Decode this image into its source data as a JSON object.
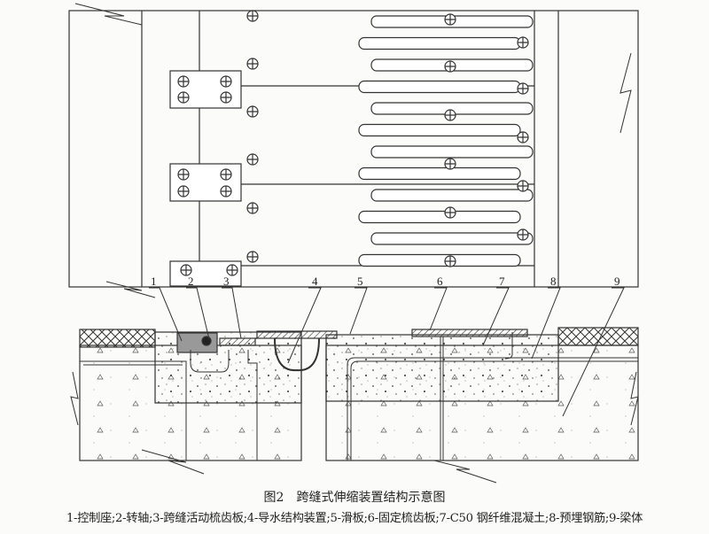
{
  "figure": {
    "title": "图2　跨缝式伸缩装置结构示意图",
    "legend": "1-控制座;2-转轴;3-跨缝活动梳齿板;4-导水结构装置;5-滑板;6-固定梳齿板;7-C50 钢纤维混凝土;8-预埋钢筋;9-梁体",
    "callouts": [
      "1",
      "2",
      "3",
      "4",
      "5",
      "6",
      "7",
      "8",
      "9"
    ]
  }
}
